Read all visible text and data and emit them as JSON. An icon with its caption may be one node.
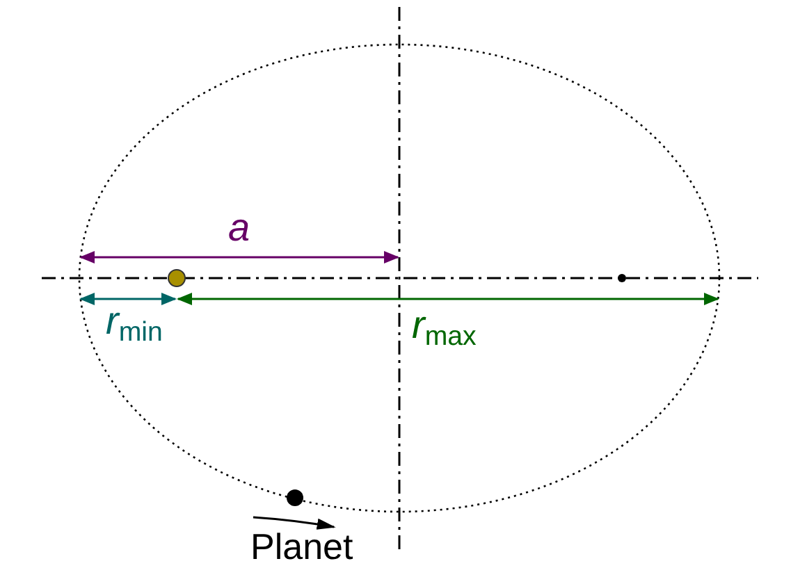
{
  "diagram": {
    "labels": [
      "a",
      "*r*$_{min}$",
      "*r*$_{max}$",
      "Planet"
    ]
  }
}
